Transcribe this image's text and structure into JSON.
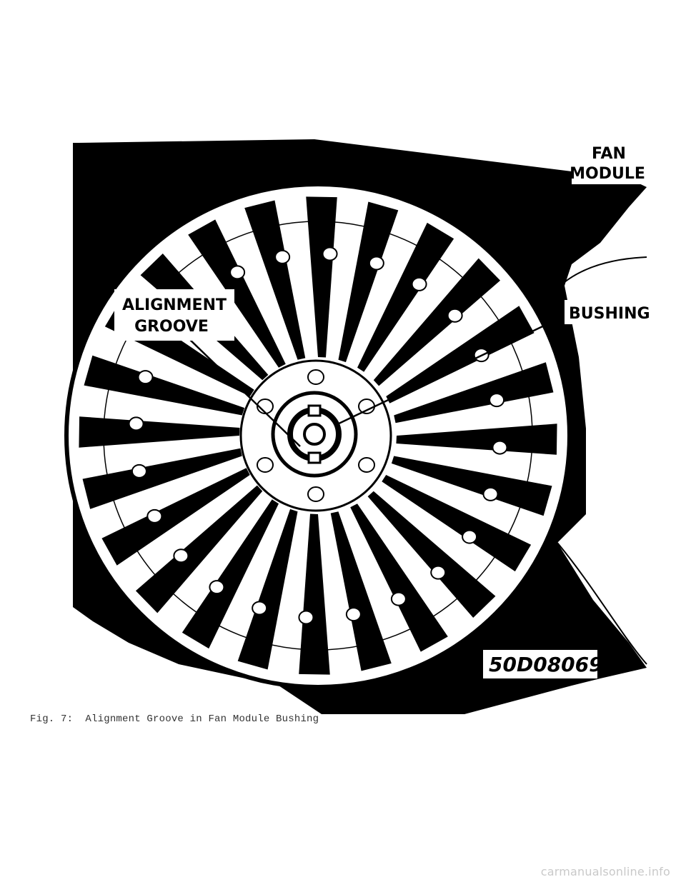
{
  "figure": {
    "labels": {
      "fan_module_line1": "FAN",
      "fan_module_line2": "MODULE",
      "bushing": "BUSHING",
      "alignment_line1": "ALIGNMENT",
      "alignment_line2": "GROOVE",
      "part_number": "50D08069"
    },
    "icons": [
      "fan-wheel-illustration"
    ]
  },
  "caption": "Fig. 7:  Alignment Groove in Fan Module Bushing",
  "watermark": "carmanualsonline.info",
  "colors": {
    "ink": "#000000",
    "paper": "#ffffff",
    "caption": "#333333",
    "watermark": "#c9c9c9"
  }
}
